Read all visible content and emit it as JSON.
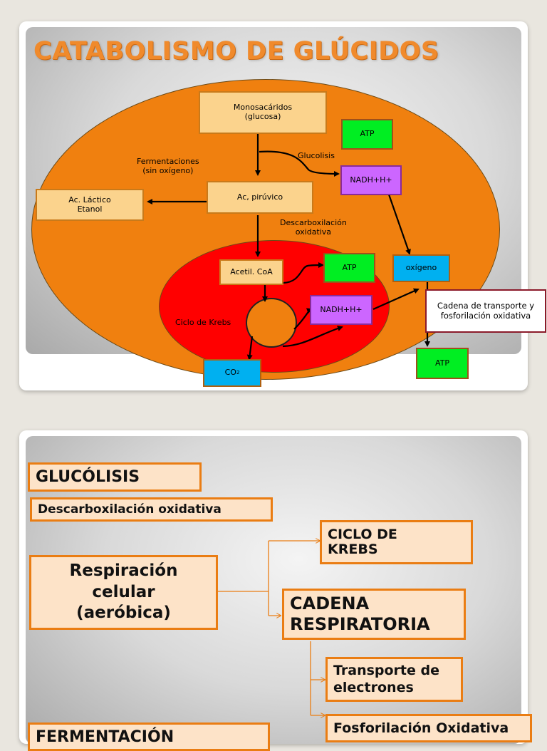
{
  "slide1": {
    "title": "CATABOLISMO DE GLÚCIDOS",
    "boxes": {
      "monosacaridos": "Monosacáridos\n(glucosa)",
      "atp_top": "ATP",
      "nadh_top": "NADH+H+",
      "lactico": "Ac. Láctico\nEtanol",
      "piruvico": "Ac, pirúvico",
      "acetil": "Acetil. CoA",
      "atp_mid": "ATP",
      "oxigeno": "oxígeno",
      "nadh_mid": "NADH+H+",
      "cadena": "Cadena de transporte y\nfosforilación oxidativa",
      "co2_main": "CO",
      "co2_sub": "2",
      "atp_bottom": "ATP"
    },
    "labels": {
      "fermentaciones": "Fermentaciones\n(sin oxígeno)",
      "glucolisis": "Glucolisis",
      "descarboxilacion": "Descarboxilación\noxidativa",
      "ciclo_krebs": "Ciclo de Krebs"
    }
  },
  "slide2": {
    "glucolisis": "GLUCÓLISIS",
    "descarboxilacion": "Descarboxilación oxidativa",
    "respiracion": "Respiración\ncelular\n(aeróbica)",
    "ciclo": "CICLO DE\nKREBS",
    "cadena": "CADENA\nRESPIRATORIA",
    "transporte": "Transporte de\nelectrones",
    "fosforilacion": "Fosforilación Oxidativa",
    "fermentacion": "FERMENTACIÓN"
  },
  "colors": {
    "title_orange": "#f08a2c",
    "cell_orange": "#f0800f",
    "mitochondria_red": "#ff0000",
    "atp_green": "#00ee22",
    "nadh_violet": "#cc66ff",
    "oxygen_blue": "#00b0f0",
    "box_beige": "#fbd38d",
    "box2_fill": "#fde3c8",
    "box2_border": "#ea7d13"
  }
}
